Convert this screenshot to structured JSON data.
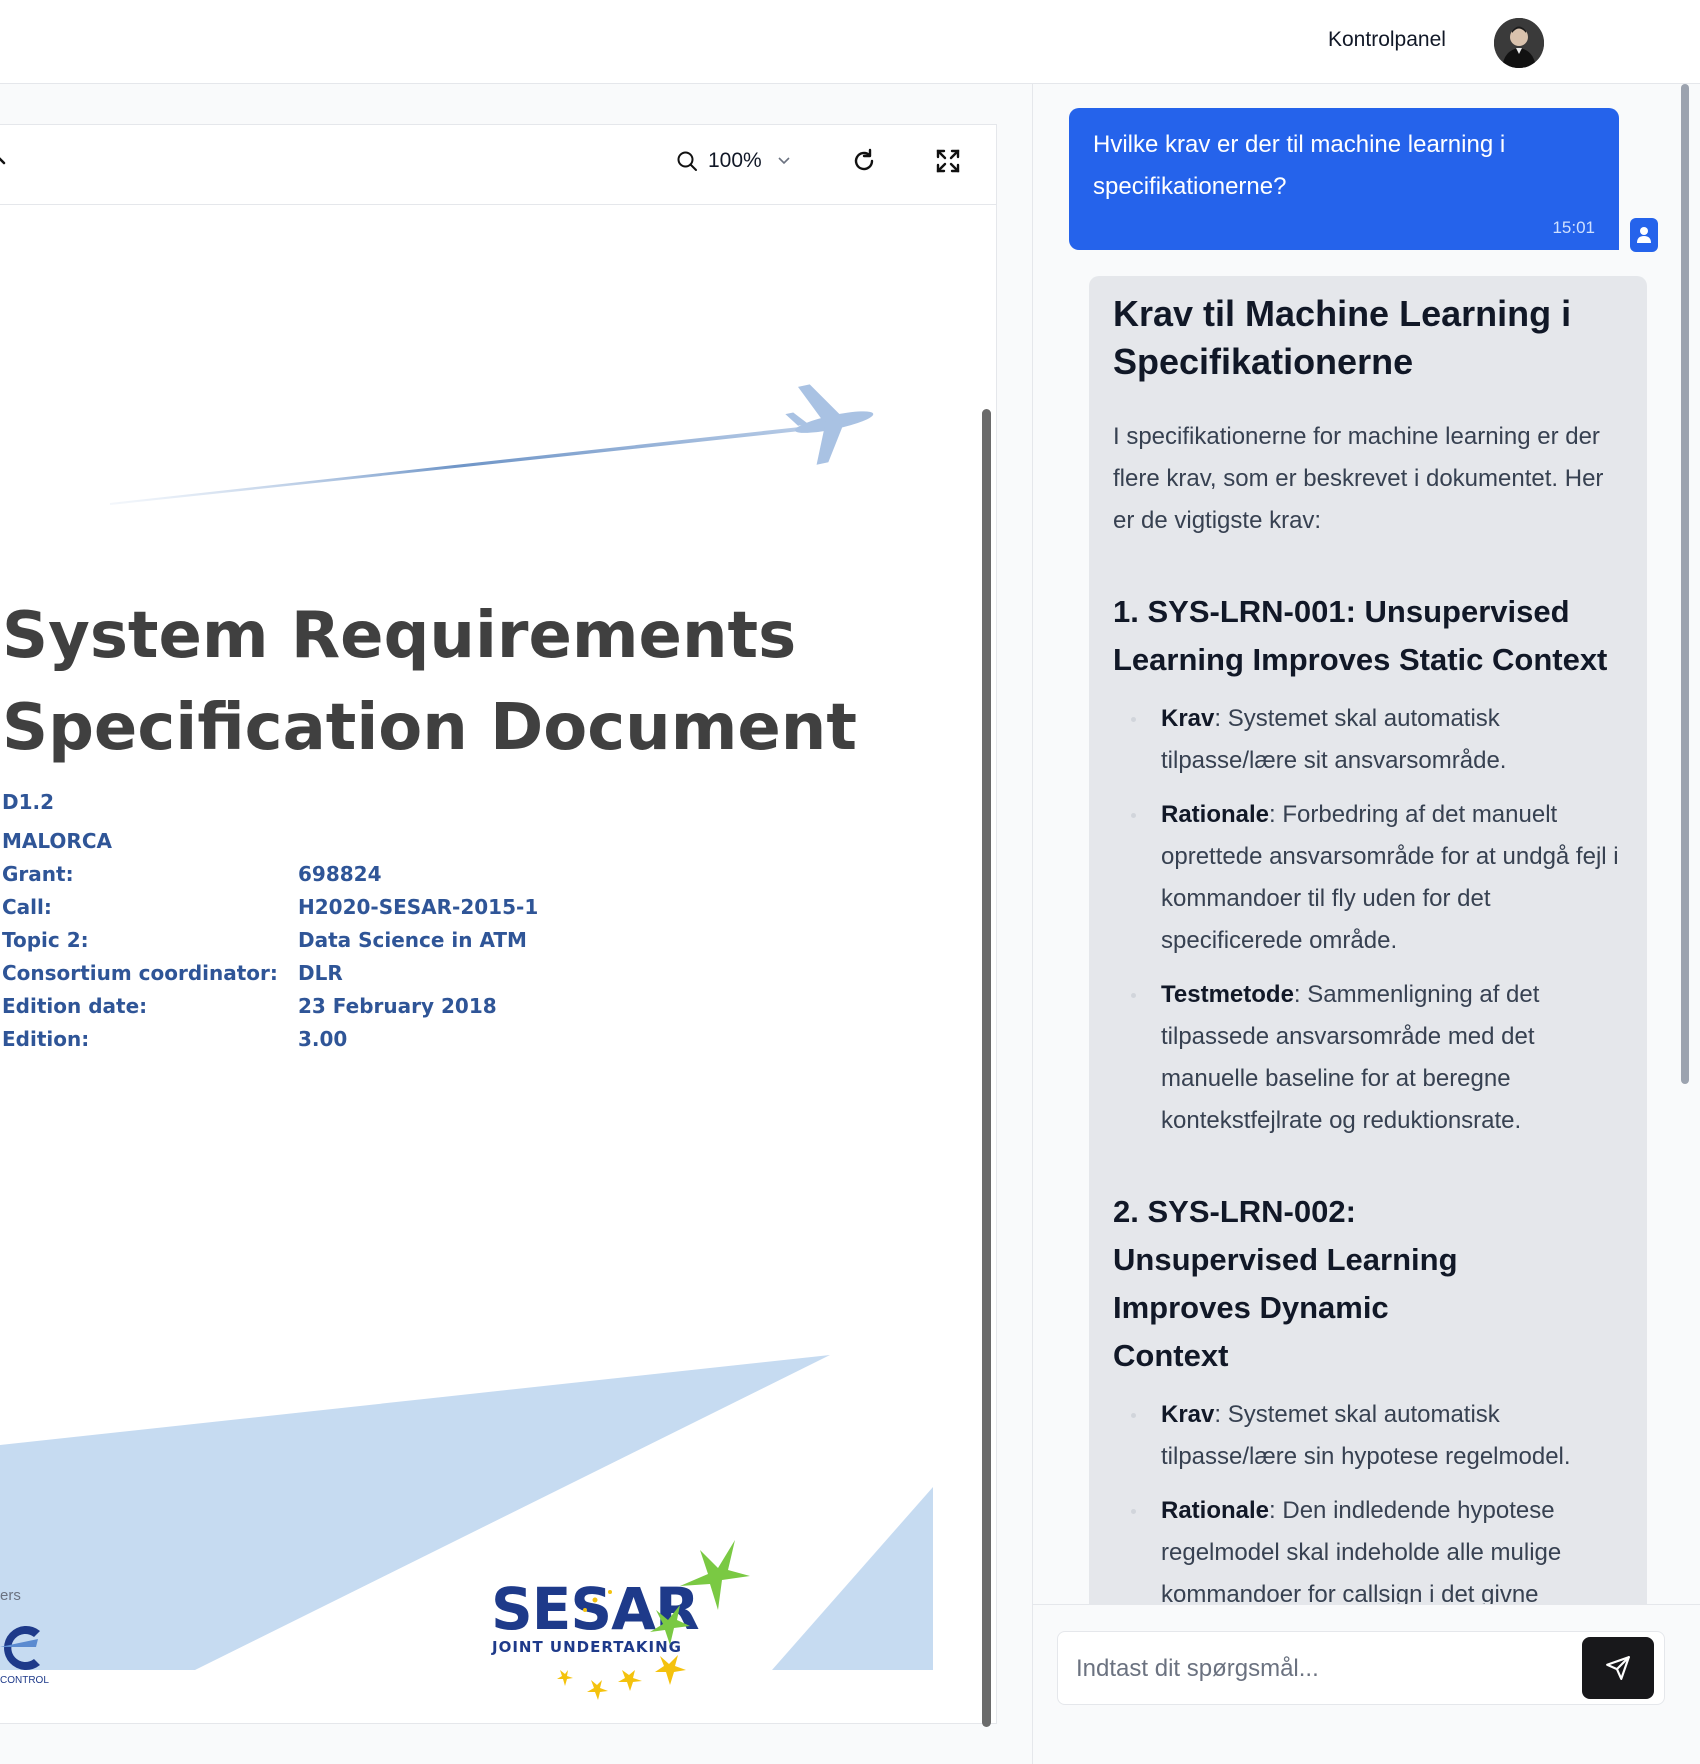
{
  "header": {
    "panel_label": "Kontrolpanel"
  },
  "viewer": {
    "zoom": "100%",
    "document": {
      "title_line1": "System Requirements",
      "title_line2": "Specification Document",
      "code": "D1.2",
      "project": "MALORCA",
      "fields": [
        {
          "label": "Grant:",
          "value": "698824"
        },
        {
          "label": "Call:",
          "value": "H2020-SESAR-2015-1"
        },
        {
          "label": "Topic 2:",
          "value": "Data Science in ATM"
        },
        {
          "label": "Consortium coordinator:",
          "value": "DLR"
        },
        {
          "label": "Edition date:",
          "value": "23 February 2018"
        },
        {
          "label": "Edition:",
          "value": "3.00"
        }
      ],
      "logo_main": "SESAR",
      "logo_sub": "JOINT UNDERTAKING",
      "partner_fragment_top": "ers",
      "partner_fragment_bottom": "CONTROL"
    }
  },
  "chat": {
    "user_message": "Hvilke krav er der til machine learning i specifikationerne?",
    "user_time": "15:01",
    "bot": {
      "heading": "Krav til Machine Learning i Specifikationerne",
      "intro": "I specifikationerne for machine learning er der flere krav, som er beskrevet i dokumentet. Her er de vigtigste krav:",
      "sections": [
        {
          "title": "1. SYS-LRN-001: Unsupervised Learning Improves Static Context",
          "items": [
            {
              "key": "Krav",
              "text": ": Systemet skal automatisk tilpasse/lære sit ansvarsområde."
            },
            {
              "key": "Rationale",
              "text": ": Forbedring af det manuelt oprettede ansvarsområde for at undgå fejl i kommandoer til fly uden for det specificerede område."
            },
            {
              "key": "Testmetode",
              "text": ": Sammenligning af det tilpassede ansvarsområde med det manuelle baseline for at beregne kontekstfejlrate og reduktionsrate."
            }
          ]
        },
        {
          "title": "2. SYS-LRN-002: Unsupervised Learning Improves Dynamic Context",
          "items": [
            {
              "key": "Krav",
              "text": ": Systemet skal automatisk tilpasse/lære sin hypotese regelmodel."
            },
            {
              "key": "Rationale",
              "text": ": Den indledende hypotese regelmodel skal indeholde alle mulige kommandoer for callsign i det givne"
            }
          ]
        }
      ]
    },
    "input_placeholder": "Indtast dit spørgsmål..."
  }
}
